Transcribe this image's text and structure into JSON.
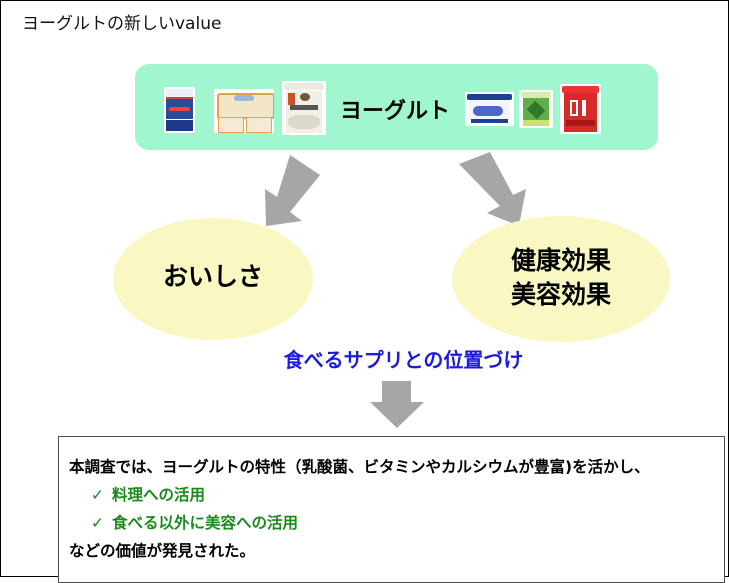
{
  "title": "ヨーグルトの新しいvalue",
  "yogurt_box": {
    "label": "ヨーグルト",
    "background": "#a0f6cf",
    "products_left": [
      {
        "name": "blue-cup-yogurt",
        "colors": [
          "#ffffff",
          "#1f3a8c",
          "#d83a3a"
        ]
      },
      {
        "name": "multipack-yogurt",
        "colors": [
          "#f6ead2",
          "#e2a24a",
          "#9ab8d8"
        ]
      },
      {
        "name": "tub-yogurt",
        "colors": [
          "#f3f1ea",
          "#c9b88a",
          "#c8502a"
        ]
      }
    ],
    "products_right": [
      {
        "name": "oikos-yogurt",
        "colors": [
          "#ffffff",
          "#1c3f8f",
          "#9fc5ec"
        ]
      },
      {
        "name": "green-cup-yogurt",
        "colors": [
          "#e9f5d0",
          "#3f9a3a",
          "#c9e36a"
        ]
      },
      {
        "name": "r1-yogurt",
        "colors": [
          "#d92a2a",
          "#ffffff",
          "#a81818"
        ]
      }
    ]
  },
  "branches": [
    {
      "id": "taste",
      "lines": [
        "おいしさ"
      ]
    },
    {
      "id": "health-beauty",
      "lines": [
        "健康効果",
        "美容効果"
      ]
    }
  ],
  "positioning": "食べるサプリとの位置づけ",
  "summary": {
    "intro": "本調査では、ヨーグルトの特性（乳酸菌、ビタミンやカルシウムが豊富)を活かし、",
    "check_glyph": "✓",
    "items": [
      "料理への活用",
      "食べる以外に美容への活用"
    ],
    "conclusion": "などの価値が発見された。"
  },
  "colors": {
    "arrow": "#a6a6a6",
    "ellipse": "#f9f7c2",
    "positioning_text": "#1b1bdc",
    "check_items": "#1a8a1a"
  }
}
